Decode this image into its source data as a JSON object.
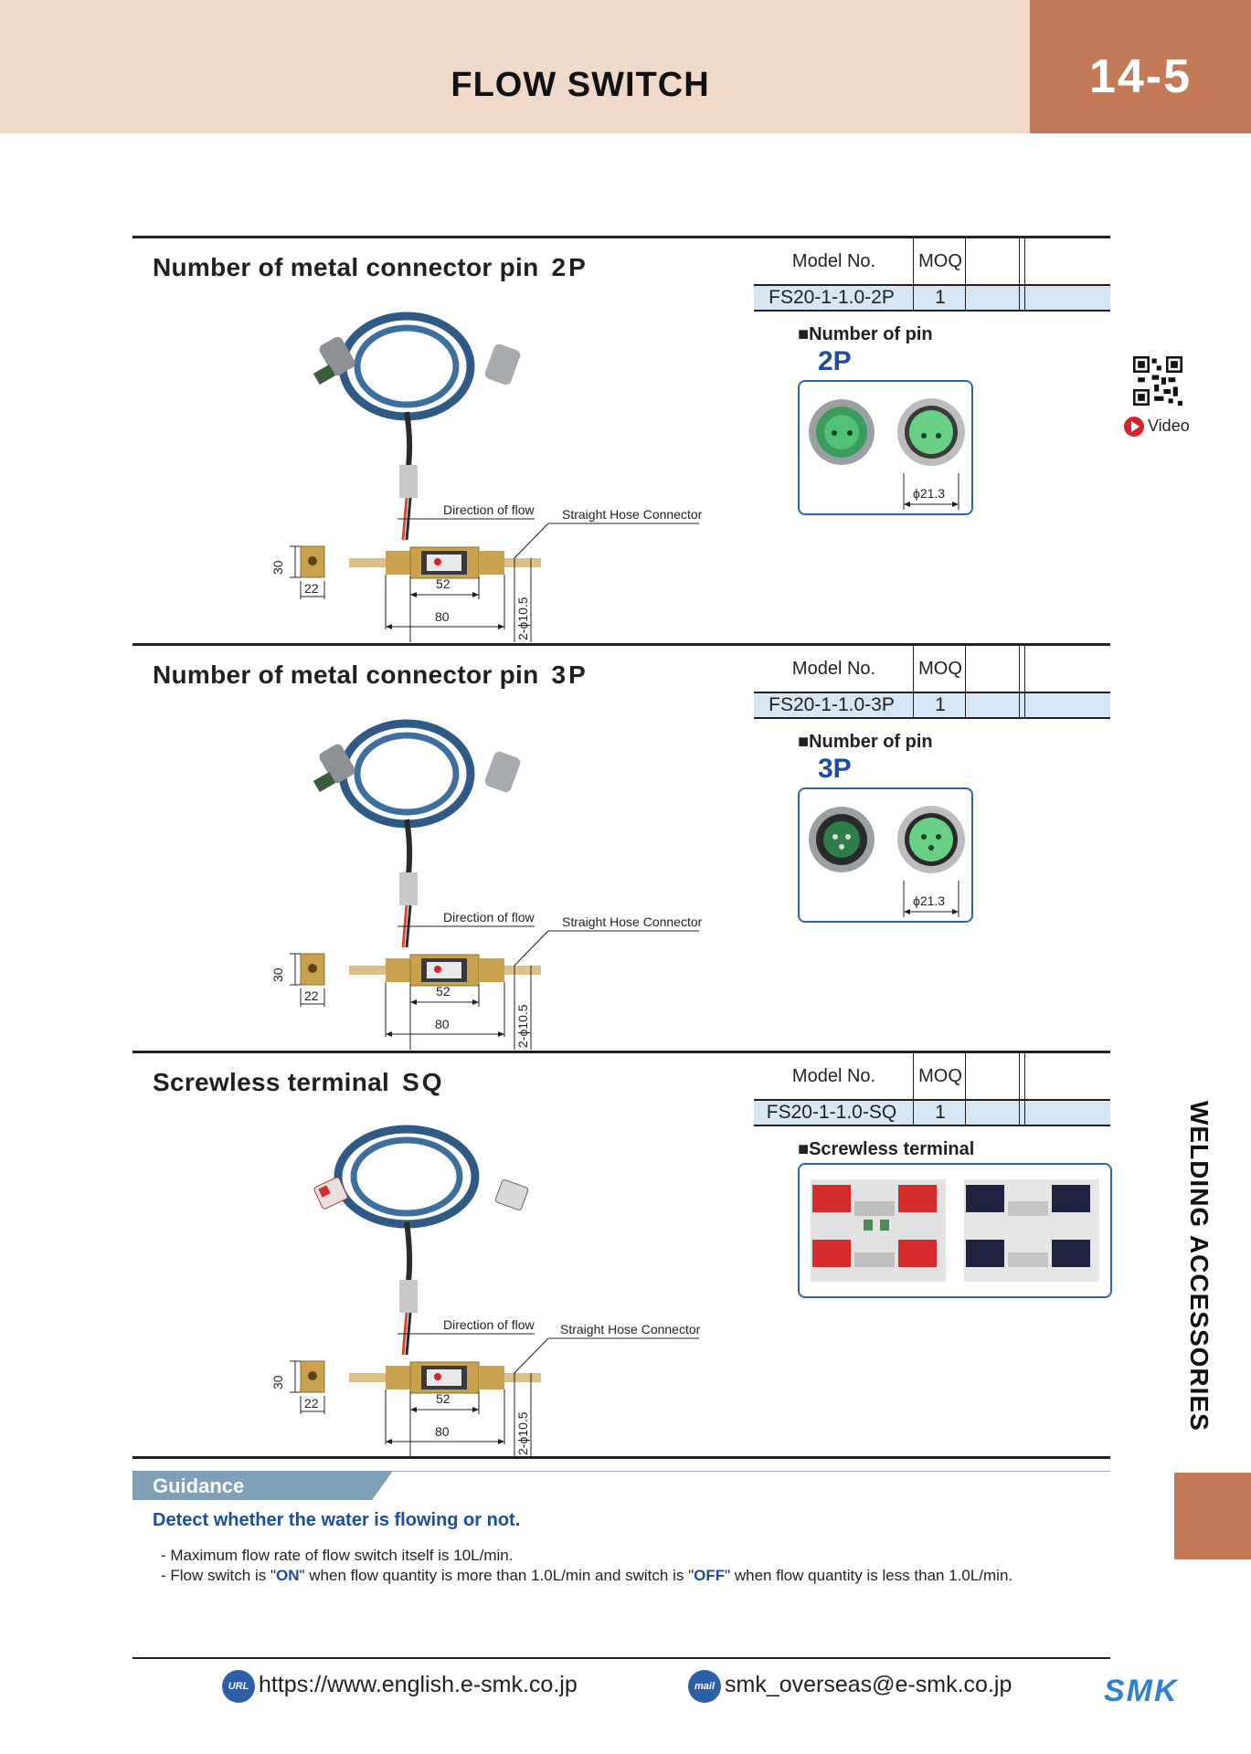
{
  "header": {
    "title": "FLOW SWITCH",
    "page_number": "14-5"
  },
  "side_tab": {
    "label": "WELDING ACCESSORIES"
  },
  "video": {
    "label": "Video"
  },
  "dimension_labels": {
    "flow_direction": "Direction of flow",
    "hose_connector": "Straight Hose Connector",
    "height": "30",
    "width": "22",
    "body_length": "52",
    "total_length": "80",
    "hose_diameter": "2-ϕ10.5",
    "connector_diameter": "ϕ21.3"
  },
  "table_headers": {
    "model": "Model No.",
    "moq": "MOQ"
  },
  "sections": [
    {
      "title": "Number of metal connector pin",
      "code": "2P",
      "model": "FS20-1-1.0-2P",
      "moq": "1",
      "detail_heading": "■Number of pin",
      "detail_code": "2P"
    },
    {
      "title": "Number of metal connector pin",
      "code": "3P",
      "model": "FS20-1-1.0-3P",
      "moq": "1",
      "detail_heading": "■Number of pin",
      "detail_code": "3P"
    },
    {
      "title": "Screwless terminal",
      "code": "SQ",
      "model": "FS20-1-1.0-SQ",
      "moq": "1",
      "detail_heading": "■Screwless terminal",
      "detail_code": ""
    }
  ],
  "guidance": {
    "title": "Guidance",
    "heading": "Detect whether the water is flowing or not.",
    "line1": "- Maximum flow rate of flow switch itself is 10L/min.",
    "line2_a": "- Flow switch is \"",
    "line2_on": "ON",
    "line2_b": "\" when flow quantity is more than 1.0L/min and switch is \"",
    "line2_off": "OFF",
    "line2_c": "\" when flow quantity is less than 1.0L/min."
  },
  "footer": {
    "url_badge": "URL",
    "url": "https://www.english.e-smk.co.jp",
    "email_badge": "mail",
    "email": "smk_overseas@e-smk.co.jp",
    "logo_text": "SMK"
  },
  "colors": {
    "accent": "#c47a56",
    "header_band": "#f0d9c8",
    "blue": "#1b4da1",
    "table_row": "#d5e7f4"
  }
}
